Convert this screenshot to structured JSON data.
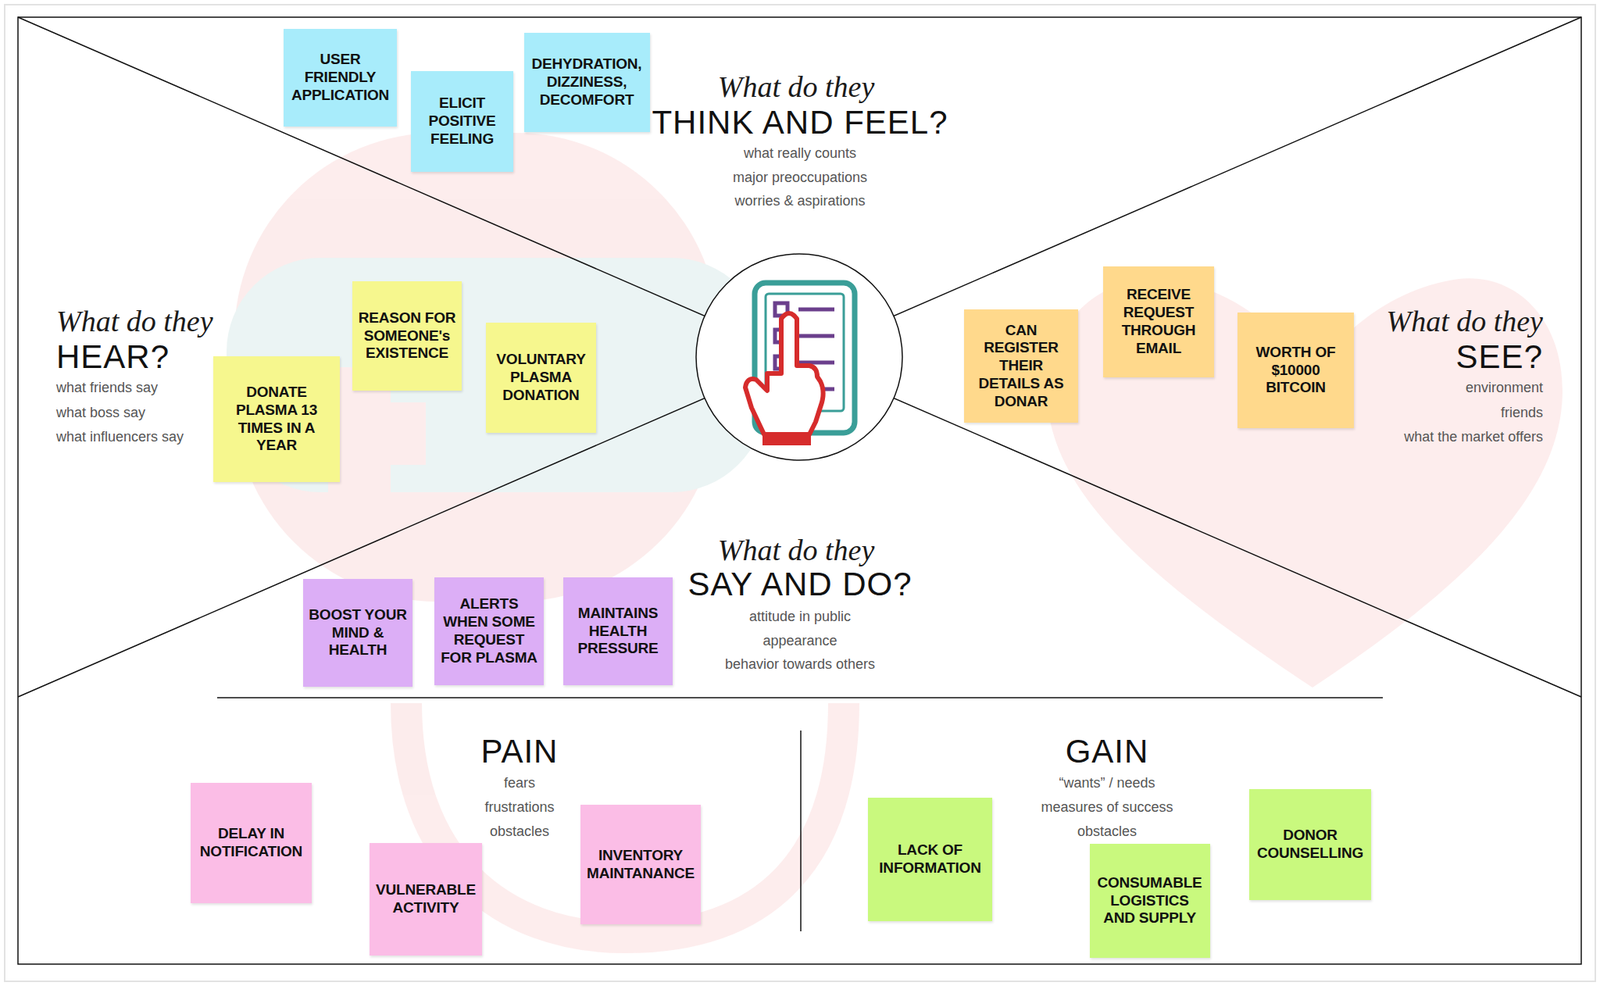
{
  "diagram": {
    "nodes": [
      {
        "text": [
          "USER FRIENDLY APPLICATION"
        ]
      },
      {
        "text": [
          "ELICIT POSITIVE FEELING"
        ]
      },
      {
        "text": [
          "DEHYDRATION, DIZZINESS, DECOMFORT"
        ]
      },
      {
        "text": [
          "REASON FOR SOMEONE's EXISTENCE"
        ]
      },
      {
        "text": [
          "VOLUNTARY PLASMA DONATION"
        ]
      },
      {
        "text": [
          "DONATE PLASMA 13 TIMES IN A YEAR"
        ]
      },
      {
        "text": [
          "RECEIVE REQUEST THROUGH EMAIL"
        ]
      },
      {
        "text": [
          "CAN REGISTER THEIR DETAILS AS DONAR"
        ]
      },
      {
        "text": [
          "WORTH OF $10000 BITCOIN"
        ]
      },
      {
        "text": [
          "BOOST YOUR MIND & HEALTH"
        ]
      },
      {
        "text": [
          "ALERTS WHEN SOME REQUEST FOR PLASMA"
        ]
      },
      {
        "text": [
          "MAINTAINS HEALTH PRESSURE"
        ]
      },
      {
        "text": [
          "DELAY IN NOTIFICATION"
        ]
      },
      {
        "text": [
          "VULNERABLE ACTIVITY"
        ]
      },
      {
        "text": [
          "INVENTORY MAINTANANCE"
        ]
      },
      {
        "text": [
          "LACK OF INFORMATION"
        ]
      },
      {
        "text": [
          "CONSUMABLE LOGISTICS AND SUPPLY"
        ]
      },
      {
        "text": [
          "DONOR COUNSELLING"
        ]
      }
    ],
    "labels": [
      "What do they",
      "THINK AND FEEL?",
      "what really counts",
      "major preoccupations",
      "worries & aspirations",
      "What do they",
      "HEAR?",
      "what friends say",
      "what boss say",
      "what influencers say",
      "What do they",
      "SEE?",
      "environment",
      "friends",
      "what the market offers",
      "What do they",
      "SAY AND DO?",
      "attitude in public",
      "appearance",
      "behavior towards others",
      "PAIN",
      "fears",
      "frustrations",
      "obstacles",
      "GAIN",
      "“wants” / needs",
      "measures of success",
      "obstacles"
    ]
  }
}
